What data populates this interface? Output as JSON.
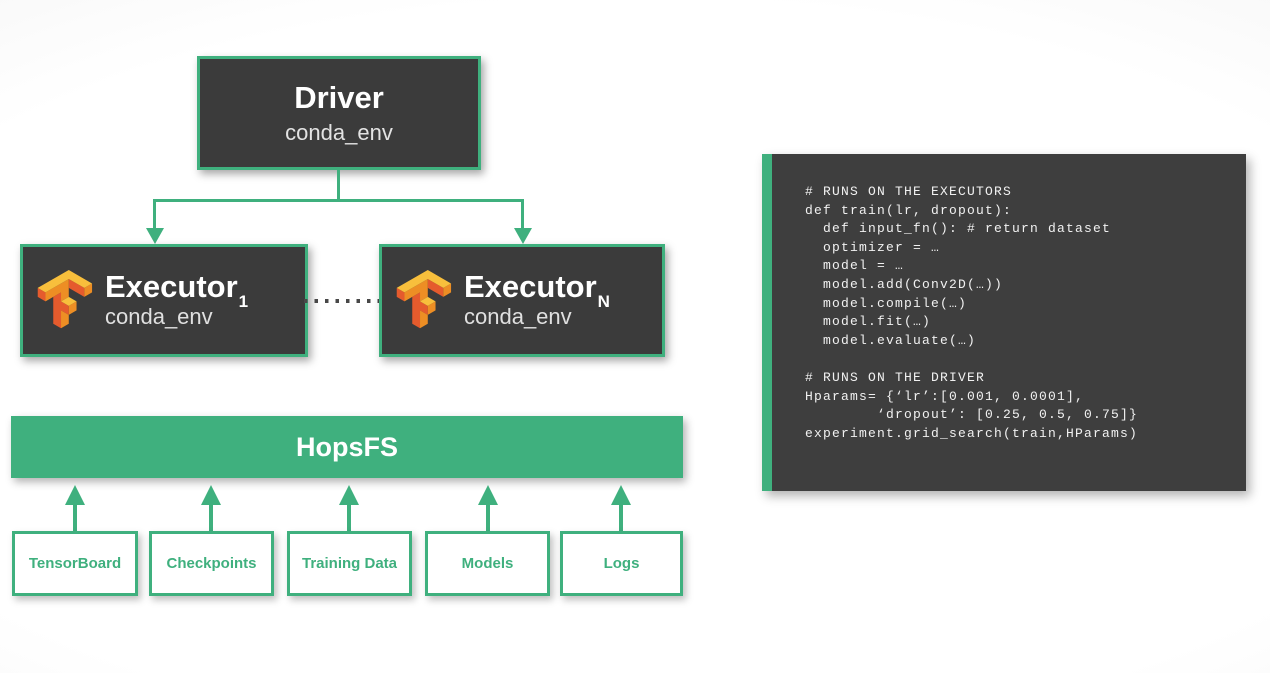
{
  "colors": {
    "green": "#3fb07e",
    "dark_box": "#3b3b3b",
    "panel_bg": "#3e3e3e",
    "code_text": "#f1f1f1",
    "tf_orange_dark": "#E55B2D",
    "tf_orange_mid": "#ED8E24",
    "tf_orange_light": "#F8BF3C"
  },
  "driver": {
    "title": "Driver",
    "env": "conda_env"
  },
  "executors": {
    "first": {
      "title": "Executor",
      "subscript": "1",
      "env": "conda_env"
    },
    "last": {
      "title": "Executor",
      "subscript": "N",
      "env": "conda_env"
    }
  },
  "hopsfs": {
    "label": "HopsFS"
  },
  "storage_items": [
    {
      "label": "TensorBoard"
    },
    {
      "label": "Checkpoints"
    },
    {
      "label": "Training Data"
    },
    {
      "label": "Models"
    },
    {
      "label": "Logs"
    }
  ],
  "code": {
    "lines": [
      "# RUNS ON THE EXECUTORS",
      "def train(lr, dropout):",
      "  def input_fn(): # return dataset",
      "  optimizer = …",
      "  model = …",
      "  model.add(Conv2D(…))",
      "  model.compile(…)",
      "  model.fit(…)",
      "  model.evaluate(…)",
      "",
      "# RUNS ON THE DRIVER",
      "Hparams= {‘lr’:[0.001, 0.0001],",
      "        ‘dropout’: [0.25, 0.5, 0.75]}",
      "experiment.grid_search(train,HParams)"
    ]
  }
}
